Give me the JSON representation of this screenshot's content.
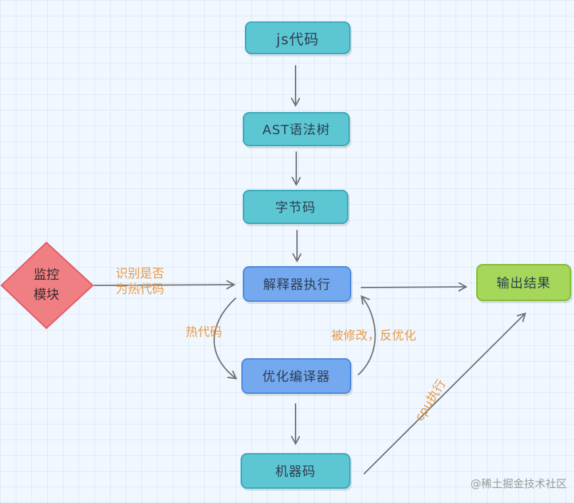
{
  "nodes": {
    "js_code": "js代码",
    "ast": "AST语法树",
    "bytecode": "字节码",
    "interpreter": "解释器执行",
    "optimizer": "优化编译器",
    "machine_code": "机器码",
    "output": "输出结果",
    "monitor_line1": "监控",
    "monitor_line2": "模块"
  },
  "edge_labels": {
    "hot_check_line1": "识别是否",
    "hot_check_line2": "为热代码",
    "hot_code": "热代码",
    "deopt": "被修改，反优化",
    "cpu": "cpu执行"
  },
  "watermark": "@稀土掘金技术社区",
  "colors": {
    "process_node": "#5cc6d3",
    "interpreter_node": "#74a8ef",
    "output_node": "#a6d65a",
    "monitor_node": "#f07f84",
    "edge_label": "#e79a45",
    "arrow": "#6f6f6f"
  }
}
